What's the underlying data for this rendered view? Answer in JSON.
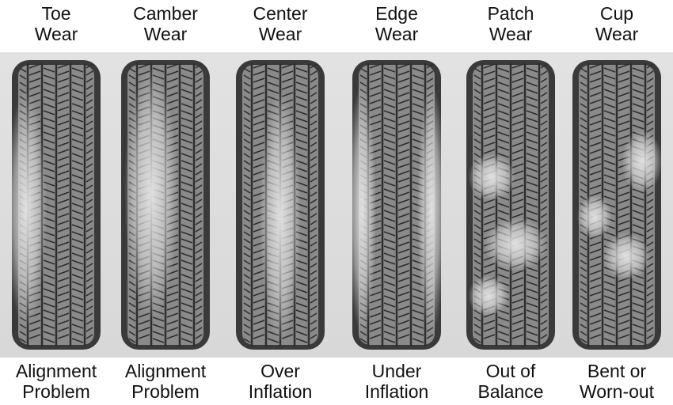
{
  "colors": {
    "tread": "#2e2e2e",
    "tire_body": "#3a3a3a",
    "worn": "#e6e6e6",
    "band": "#dcdcdc"
  },
  "tires": [
    {
      "title": [
        "Toe",
        "Wear"
      ],
      "cause": [
        "Alignment",
        "Problem"
      ],
      "wear": "left-edge"
    },
    {
      "title": [
        "Camber",
        "Wear"
      ],
      "cause": [
        "Alignment",
        "Problem"
      ],
      "wear": "inner-side"
    },
    {
      "title": [
        "Center",
        "Wear"
      ],
      "cause": [
        "Over",
        "Inflation"
      ],
      "wear": "center"
    },
    {
      "title": [
        "Edge",
        "Wear"
      ],
      "cause": [
        "Under",
        "Inflation"
      ],
      "wear": "edges"
    },
    {
      "title": [
        "Patch",
        "Wear"
      ],
      "cause": [
        "Out of",
        "Balance"
      ],
      "wear": "patches"
    },
    {
      "title": [
        "Cup",
        "Wear"
      ],
      "cause": [
        "Bent or",
        "Worn-out"
      ],
      "wear": "cups"
    }
  ]
}
